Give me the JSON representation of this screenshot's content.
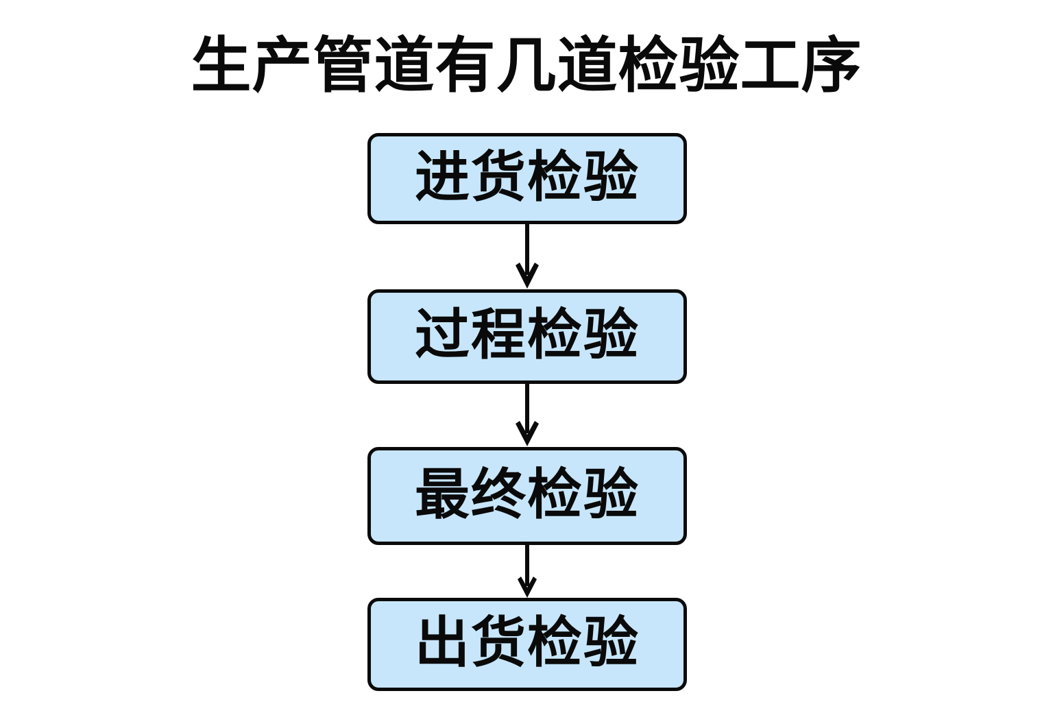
{
  "document": {
    "title": "生产管道有几道检验工序",
    "background_color": "#ffffff"
  },
  "theme": {
    "node_fill": "#c7e6fb",
    "node_border": "#0a0a0a",
    "text_color": "#0a0a0a",
    "arrow_color": "#0a0a0a"
  },
  "flowchart": {
    "type": "vertical-linear-flow",
    "orientation": "top-to-bottom",
    "node_count": 4,
    "nodes": [
      {
        "id": "node-0",
        "label": "进货检验",
        "step": 1
      },
      {
        "id": "node-1",
        "label": "过程检验",
        "step": 2
      },
      {
        "id": "node-2",
        "label": "最终检验",
        "step": 3
      },
      {
        "id": "node-3",
        "label": "出货检验",
        "step": 4
      }
    ],
    "connectors": [
      {
        "id": "connector-0",
        "from": "node-0",
        "to": "node-1",
        "arrow": "down-arrow"
      },
      {
        "id": "connector-1",
        "from": "node-1",
        "to": "node-2",
        "arrow": "down-arrow"
      },
      {
        "id": "connector-2",
        "from": "node-2",
        "to": "node-3",
        "arrow": "down-arrow"
      }
    ]
  }
}
